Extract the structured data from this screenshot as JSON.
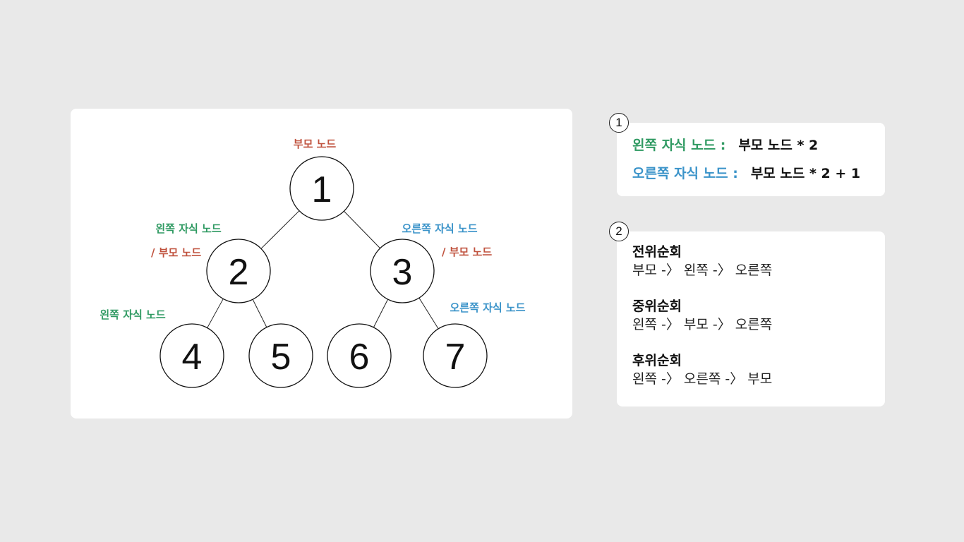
{
  "tree": {
    "nodes": [
      {
        "id": "1",
        "label": "1"
      },
      {
        "id": "2",
        "label": "2"
      },
      {
        "id": "3",
        "label": "3"
      },
      {
        "id": "4",
        "label": "4"
      },
      {
        "id": "5",
        "label": "5"
      },
      {
        "id": "6",
        "label": "6"
      },
      {
        "id": "7",
        "label": "7"
      }
    ],
    "edges": [
      [
        "1",
        "2"
      ],
      [
        "1",
        "3"
      ],
      [
        "2",
        "4"
      ],
      [
        "2",
        "5"
      ],
      [
        "3",
        "6"
      ],
      [
        "3",
        "7"
      ]
    ],
    "annotations": {
      "parent_node": "부모 노드",
      "left_child_slash_parent": "왼쪽 자식 노드",
      "slash_parent_2": "/ 부모 노드",
      "right_child_3": "오른쪽 자식 노드",
      "slash_parent_3": "/ 부모 노드",
      "left_child_4": "왼쪽 자식 노드",
      "right_child_7": "오른쪽 자식 노드"
    },
    "colors": {
      "parent": "#c0523e",
      "left": "#2f9a62",
      "right": "#3a93c9"
    }
  },
  "formulas": {
    "badge": "1",
    "left_label": "왼쪽 자식 노드 :",
    "left_expr": "부모 노드 * 2",
    "right_label": "오른쪽 자식 노드 :",
    "right_expr": "부모 노드 * 2 + 1"
  },
  "traversals": {
    "badge": "2",
    "items": [
      {
        "title": "전위순회",
        "order": "부모 -〉 왼쪽 -〉 오른쪽"
      },
      {
        "title": "중위순회",
        "order": "왼쪽 -〉 부모 -〉 오른쪽"
      },
      {
        "title": "후위순회",
        "order": "왼쪽 -〉 오른쪽 -〉 부모"
      }
    ]
  }
}
